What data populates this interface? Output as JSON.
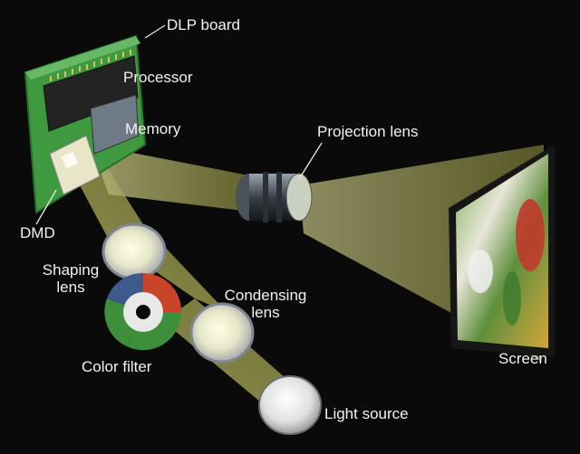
{
  "labels": {
    "dlp_board": "DLP board",
    "processor": "Processor",
    "memory": "Memory",
    "projection_lens": "Projection lens",
    "dmd": "DMD",
    "shaping_lens_line1": "Shaping",
    "shaping_lens_line2": "lens",
    "condensing_lens_line1": "Condensing",
    "condensing_lens_line2": "lens",
    "color_filter": "Color filter",
    "light_source": "Light source",
    "screen": "Screen"
  },
  "colors": {
    "background": "#0a0a0a",
    "board_green": "#3f9a3f",
    "chip_dark": "#222222",
    "light_beam": "#8a8a3a",
    "screen_frame": "#1a1a1a",
    "filter_red": "#c8452a",
    "filter_green": "#3e8f3b",
    "filter_blue": "#3c5a8c",
    "filter_white": "#e8e8e8",
    "label_text": "#f2f2f2"
  }
}
